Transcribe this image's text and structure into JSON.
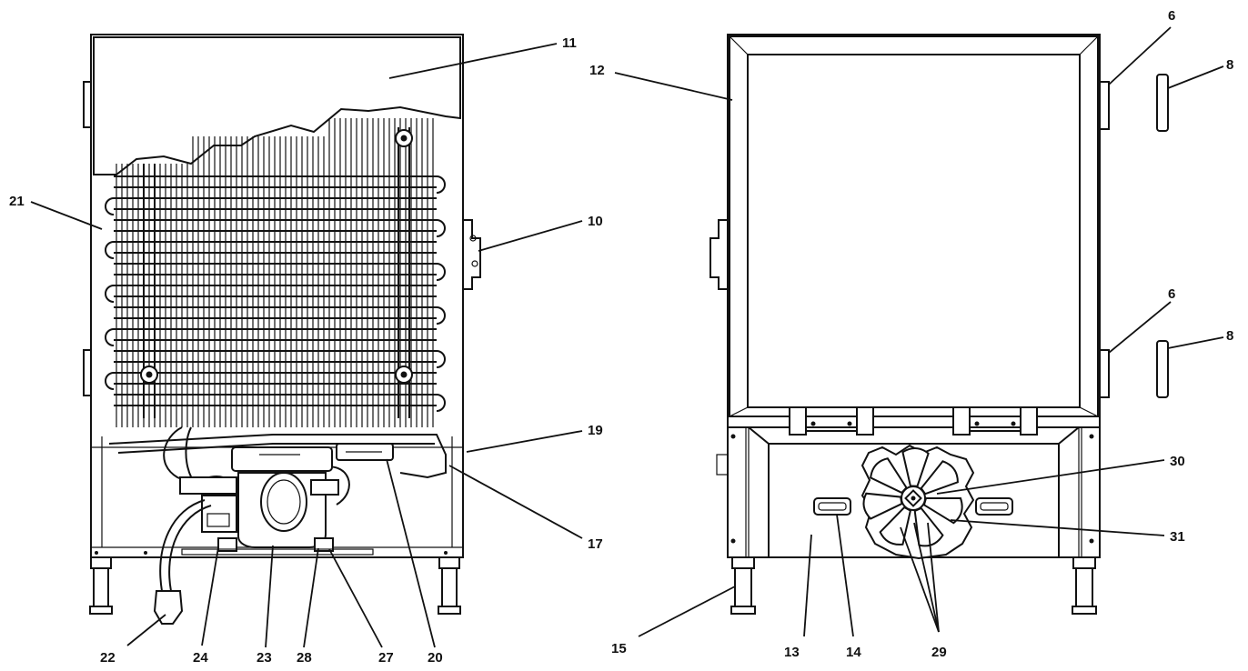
{
  "callouts": {
    "c11": "11",
    "c21": "21",
    "c10": "10",
    "c19": "19",
    "c17": "17",
    "c22": "22",
    "c24": "24",
    "c23": "23",
    "c28": "28",
    "c27": "27",
    "c20": "20",
    "c12": "12",
    "c6a": "6",
    "c8a": "8",
    "c6b": "6",
    "c8b": "8",
    "c30": "30",
    "c31": "31",
    "c15": "15",
    "c13": "13",
    "c14": "14",
    "c29": "29"
  },
  "colors": {
    "ink": "#111111",
    "background": "#ffffff"
  }
}
